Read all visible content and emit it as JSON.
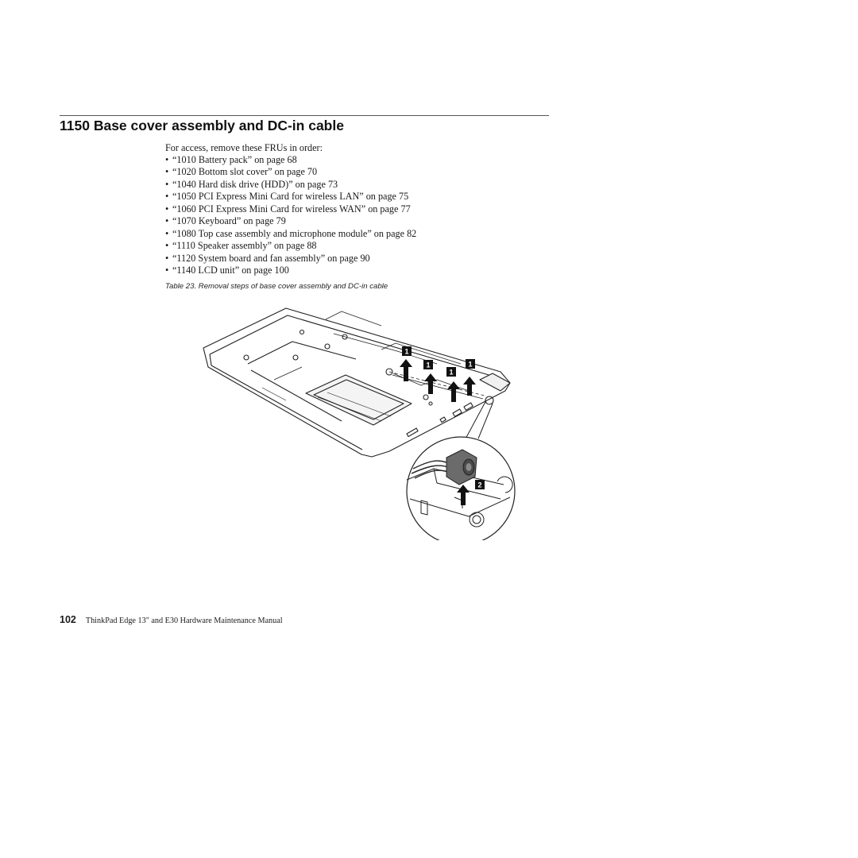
{
  "section": {
    "title": "1150 Base cover assembly and DC-in cable"
  },
  "intro": "For access, remove these FRUs in order:",
  "fru_list": [
    "“1010 Battery pack” on page 68",
    "“1020 Bottom slot cover” on page 70",
    "“1040 Hard disk drive (HDD)” on page 73",
    "“1050 PCI Express Mini Card for wireless LAN” on page 75",
    "“1060 PCI Express Mini Card for wireless WAN” on page 77",
    "“1070 Keyboard” on page 79",
    "“1080 Top case assembly and microphone module” on page 82",
    "“1110 Speaker assembly” on page 88",
    "“1120 System board and fan assembly” on page 90",
    "“1140 LCD unit” on page 100"
  ],
  "bullet": "•",
  "caption": "Table 23. Removal steps of base cover assembly and DC-in cable",
  "figure": {
    "callouts": [
      "1",
      "1",
      "1",
      "1",
      "2"
    ],
    "icons": [
      "up-arrow-icon"
    ]
  },
  "footer": {
    "page_number": "102",
    "doc_title": "ThinkPad Edge 13\" and E30 Hardware Maintenance Manual"
  }
}
